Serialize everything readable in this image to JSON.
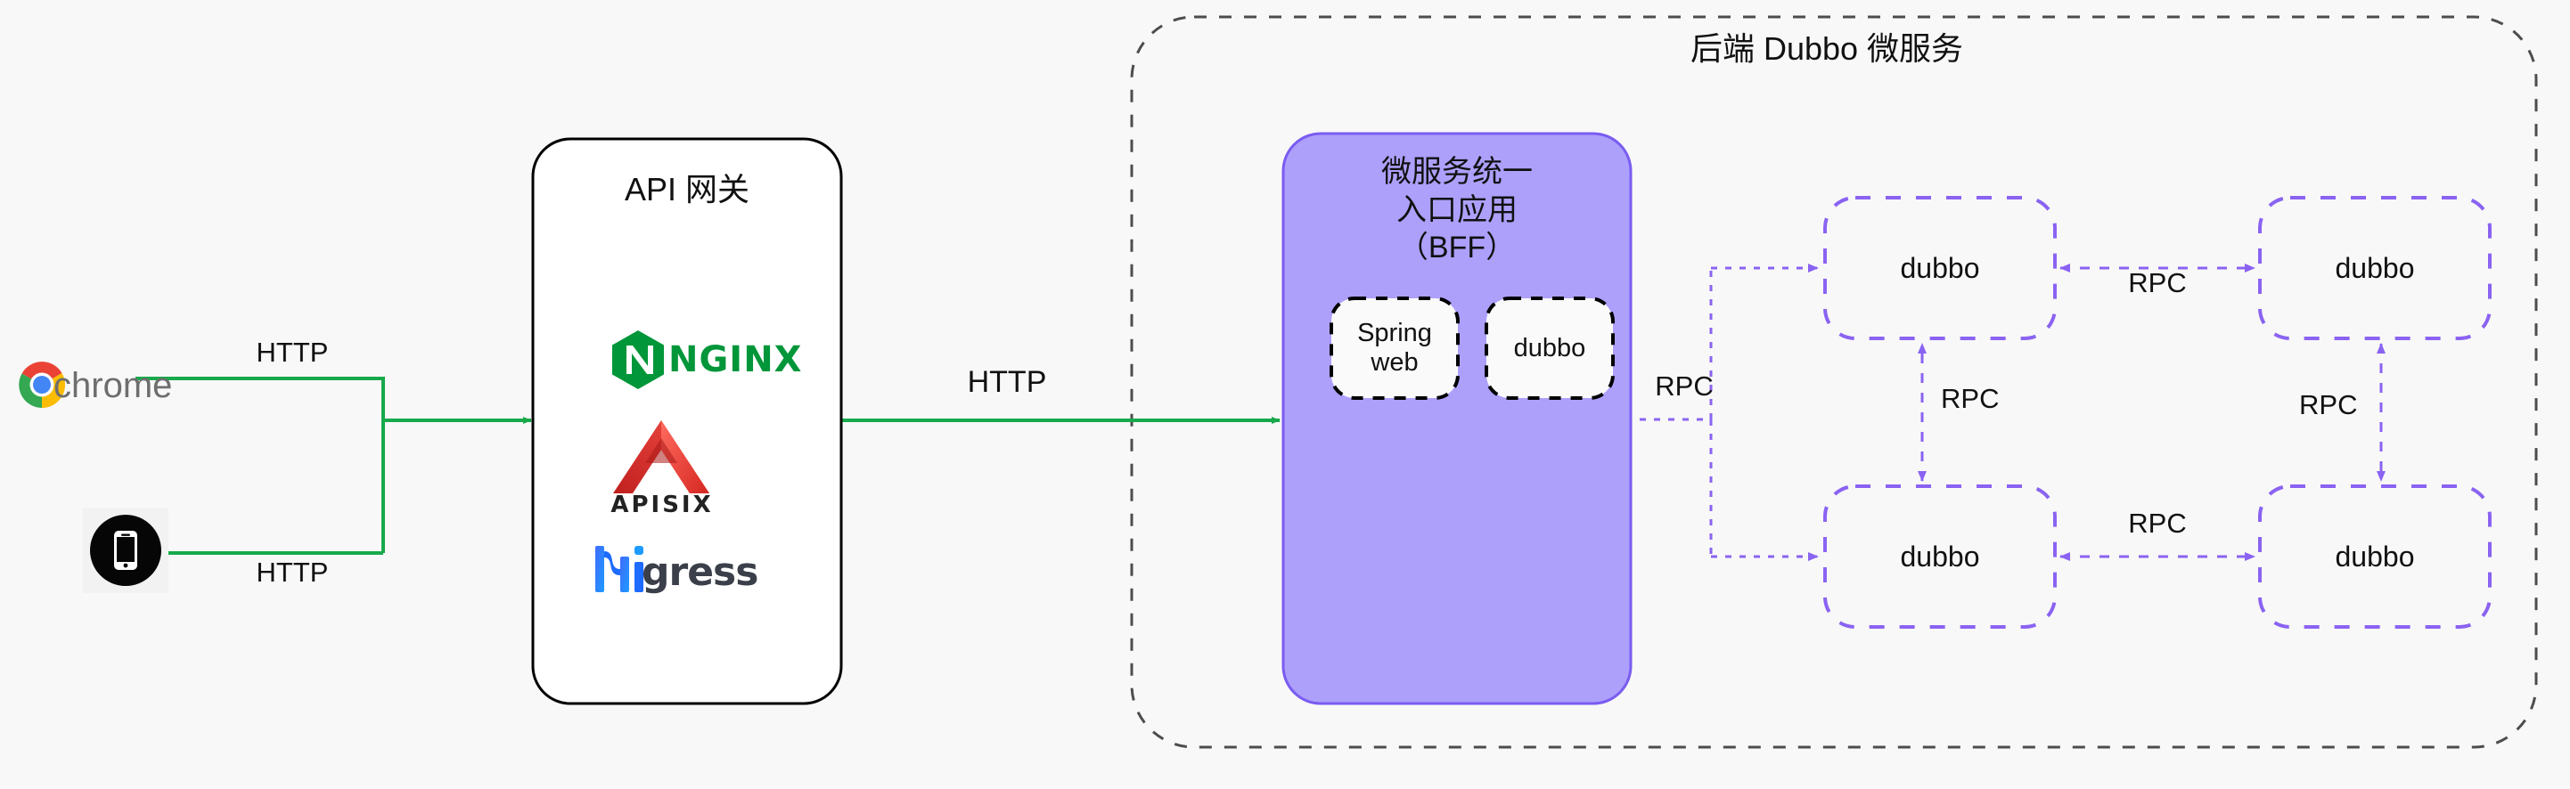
{
  "diagram": {
    "title_visible": false,
    "background": "#f8f8f8",
    "colors": {
      "http_green": "#17a94b",
      "rpc_purple": "#8a63f2",
      "bff_fill": "#ada0fb",
      "bff_stroke": "#7a5cf0",
      "dashed_gray": "#4d4d4d",
      "box_stroke": "#000000",
      "text": "#111111"
    },
    "clients": [
      {
        "id": "chrome",
        "icon": "chrome-logo-icon",
        "label": "chrome",
        "edge_label": "HTTP",
        "protocol": "HTTP"
      },
      {
        "id": "mobile",
        "icon": "mobile-phone-icon",
        "label": "",
        "edge_label": "HTTP",
        "protocol": "HTTP"
      }
    ],
    "gateway": {
      "title": "API 网关",
      "logos": [
        {
          "id": "nginx",
          "name": "nginx-logo-icon",
          "text": "NGINX"
        },
        {
          "id": "apisix",
          "name": "apisix-logo-icon",
          "text": "APISIX"
        },
        {
          "id": "higress",
          "name": "higress-logo-icon",
          "text": "Higress",
          "prefix": "Hi",
          "suffix": "gress"
        }
      ]
    },
    "gateway_to_bff": {
      "label": "HTTP",
      "protocol": "HTTP"
    },
    "backend": {
      "title": "后端 Dubbo 微服务",
      "bff": {
        "title": "微服务统一\n入口应用\n（BFF）",
        "components": [
          {
            "id": "spring-web",
            "label": "Spring\nweb"
          },
          {
            "id": "dubbo-client",
            "label": "dubbo"
          }
        ]
      },
      "bff_to_cluster_label": "RPC",
      "services": [
        {
          "id": "dubbo-top-left",
          "label": "dubbo"
        },
        {
          "id": "dubbo-top-right",
          "label": "dubbo"
        },
        {
          "id": "dubbo-bottom-left",
          "label": "dubbo"
        },
        {
          "id": "dubbo-bottom-right",
          "label": "dubbo"
        }
      ],
      "service_links": [
        {
          "id": "top-horizontal",
          "label": "RPC",
          "from": "dubbo-top-left",
          "to": "dubbo-top-right"
        },
        {
          "id": "bottom-horizontal",
          "label": "RPC",
          "from": "dubbo-bottom-left",
          "to": "dubbo-bottom-right"
        },
        {
          "id": "left-vertical",
          "label": "RPC",
          "from": "dubbo-bottom-left",
          "to": "dubbo-top-left"
        },
        {
          "id": "right-vertical",
          "label": "RPC",
          "from": "dubbo-top-right",
          "to": "dubbo-bottom-right"
        }
      ]
    }
  }
}
